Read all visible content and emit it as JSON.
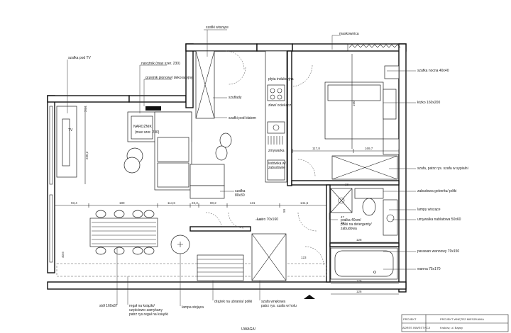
{
  "labels": {
    "tv_cabinet": "szafka pod TV",
    "wardrobe_top": "szafki wiszące",
    "corner_sofa": "narożnik (max szer. 230)",
    "radiator": "grzejnik pionowy/ dekoracyjny",
    "shelves": "szuflady",
    "counter_cabinets": "szafki pod blatem",
    "cabinet_80": "szafka\n80x30",
    "laundry_box": "maskownica",
    "nightstand": "szafka nocna 40x40",
    "bed": "łóżko 160x200",
    "bedroom_wardrobe": "szafa, patrz rys. szafa w sypialni",
    "wc_built_in": "zabudowa geberitu/ półki",
    "wall_lamps": "lampy wiszące",
    "washbasin": "umywalka nablatowa 50x60",
    "shower_screen": "parawan wannowy 70x150",
    "bathtub": "wanna 75x170",
    "washer": "pralka 40cm/\npółki na detergenty/\nzabudowa",
    "mirror": "lustro 70x160",
    "fridge": "zmywarka",
    "oven": "lodówka w/\nzabudowie",
    "induction": "płyta indukcyjna",
    "sink": "zlew/ ociekacz",
    "rod_label": "drążek na ubrania/ półki",
    "hall_wardrobe": "szafa wnękowa\npatrz rys. szafa w holu",
    "table": "stół 160x87",
    "bookshelf": "regał na książki/\nczęściowo zamykany\npatrz rys.regał na książki",
    "floor_lamp": "lampa stojąca",
    "note_bottom": "UWAGA!",
    "narożnik_inner": "NAROŻNIK\n(max szer. 230)",
    "tv_inner": "TV"
  },
  "dimensions": [
    "93,4",
    "180",
    "114,6",
    "23,3",
    "80,2",
    "131",
    "141,5",
    "117,8",
    "169,7",
    "128",
    "128",
    "128",
    "28",
    "47",
    "36",
    "123",
    "230,2",
    "160",
    "24,4",
    "50",
    "40,6"
  ],
  "title_block": {
    "row1_left": "PROJEKT",
    "row1_right": "PROJEKT WNĘTRZ MIESZKANIA",
    "row2_left": "ADRES INWESTYCJI",
    "row2_right": "Kraków, ul. Bajary"
  }
}
